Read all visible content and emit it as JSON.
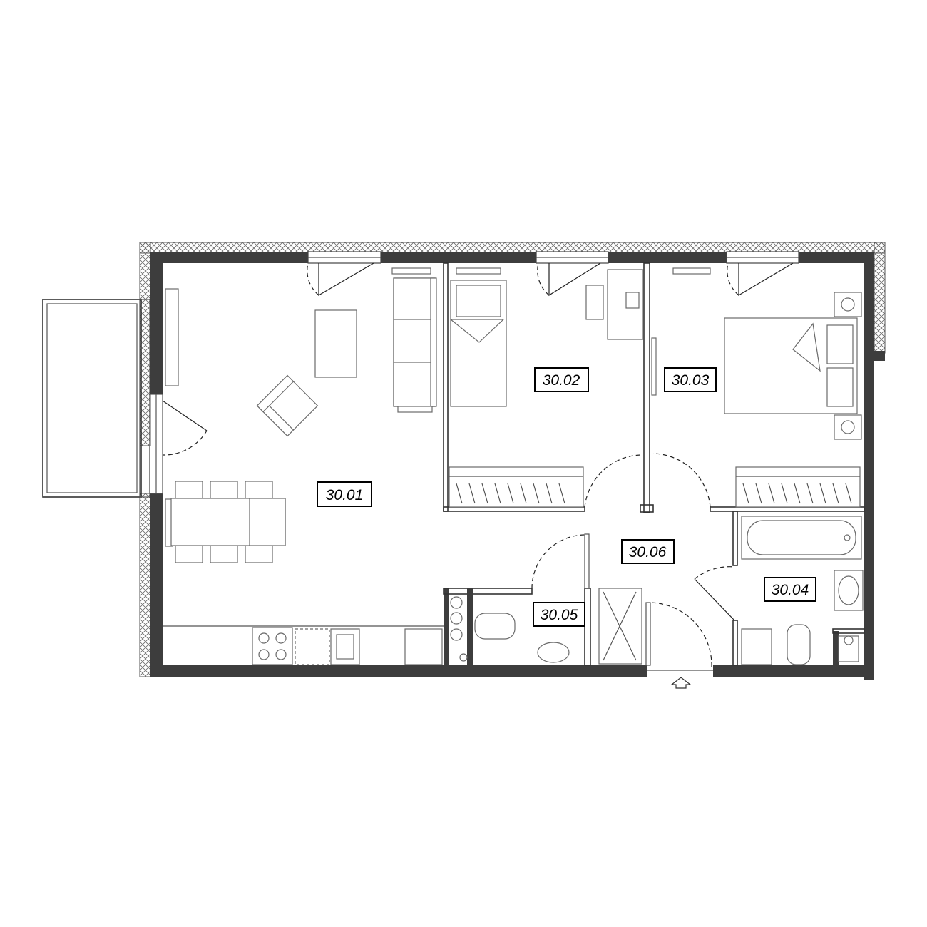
{
  "rooms": [
    {
      "id": "30.01",
      "label": "30.01"
    },
    {
      "id": "30.02",
      "label": "30.02"
    },
    {
      "id": "30.03",
      "label": "30.03"
    },
    {
      "id": "30.04",
      "label": "30.04"
    },
    {
      "id": "30.05",
      "label": "30.05"
    },
    {
      "id": "30.06",
      "label": "30.06"
    }
  ],
  "icons": {
    "entrance": "entrance-arrow-icon"
  },
  "colors": {
    "wall": "#3d3d3d",
    "line": "#555555",
    "background": "#ffffff"
  }
}
